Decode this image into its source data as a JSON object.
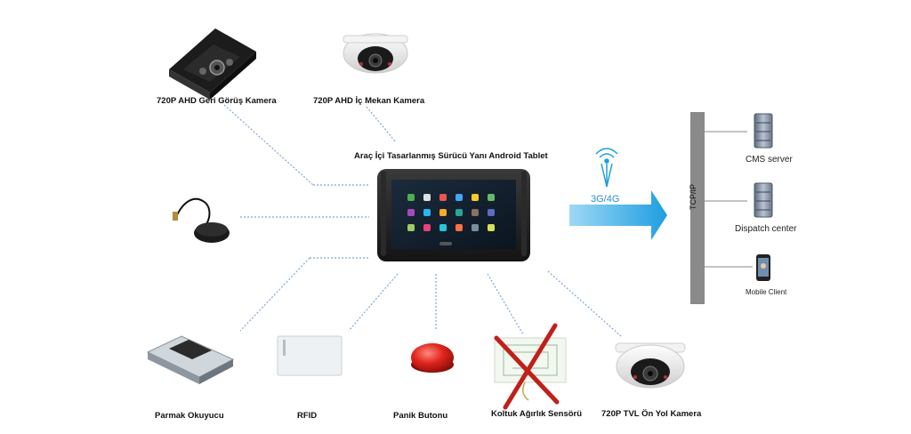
{
  "center": {
    "title": "Araç İçi Tasarlanmış  Sürücü Yanı  Android Tablet"
  },
  "devices": {
    "rear_camera": "720P AHD  Geri Görüş Kamera",
    "indoor_camera": "720P AHD  İç Mekan Kamera",
    "fingerprint": "Parmak Okuyucu",
    "rfid": "RFID",
    "panic": "Panik Butonu",
    "seat_sensor": "Koltuk Ağırlık Sensörü",
    "front_camera": "720P TVL Ön Yol Kamera"
  },
  "network": {
    "protocol": "3G/4G",
    "bus": "TCP/IP",
    "nodes": [
      "CMS server",
      "Dispatch center",
      "Mobile  Client"
    ]
  },
  "colors": {
    "link": "#7fa6d0",
    "arrow": "#2aa6e0",
    "cross": "#c0201a",
    "bus": "#8a8a8a"
  }
}
